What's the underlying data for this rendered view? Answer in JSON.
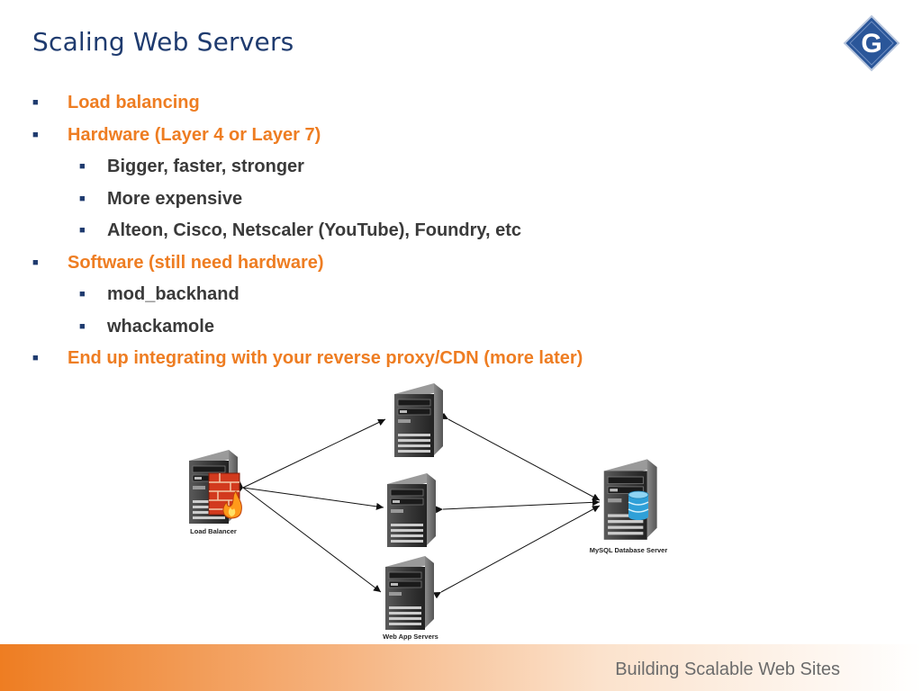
{
  "slide": {
    "title": "Scaling Web Servers",
    "logo_letter": "G",
    "bullets": [
      {
        "level": 1,
        "text": "Load balancing"
      },
      {
        "level": 1,
        "text": "Hardware (Layer 4 or Layer 7)"
      },
      {
        "level": 2,
        "text": "Bigger, faster, stronger"
      },
      {
        "level": 2,
        "text": "More expensive"
      },
      {
        "level": 2,
        "text": "Alteon, Cisco, Netscaler (YouTube), Foundry, etc"
      },
      {
        "level": 1,
        "text": "Software (still need hardware)"
      },
      {
        "level": 2,
        "text": "mod_backhand"
      },
      {
        "level": 2,
        "text": "whackamole"
      },
      {
        "level": 1,
        "text": "End up integrating with your reverse proxy/CDN (more later)"
      }
    ],
    "footer": "Building Scalable Web Sites"
  },
  "diagram": {
    "load_balancer_label": "Load Balancer",
    "database_label": "MySQL Database Server",
    "web_servers_label": "Web App Servers"
  },
  "colors": {
    "title": "#1f3b6f",
    "level1_text": "#ee7d22",
    "level2_text": "#3a3a3a",
    "footer_orange": "#ee7d22",
    "logo_blue": "#2a5699"
  }
}
